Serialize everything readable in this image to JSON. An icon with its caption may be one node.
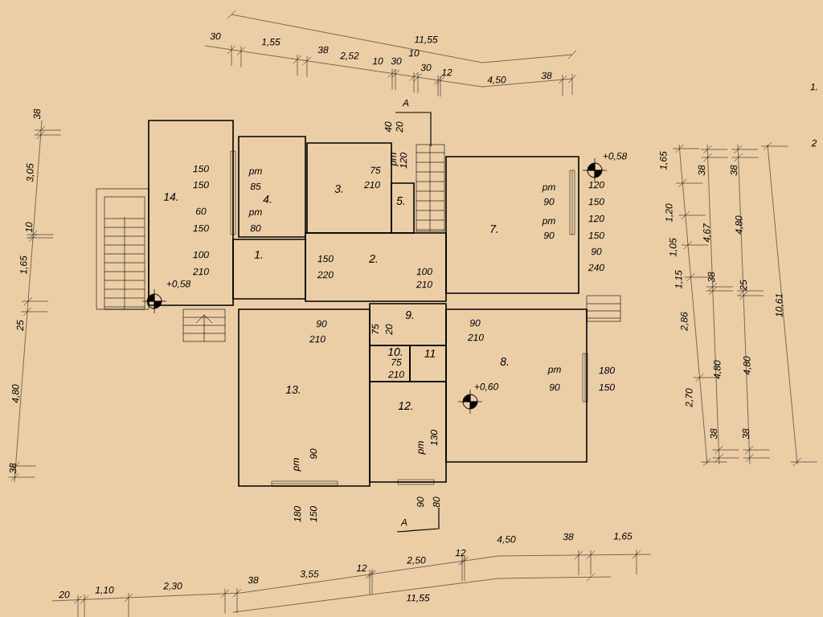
{
  "diagram": {
    "nodes": [
      {
        "text": [
          "14."
        ]
      },
      {
        "text": [
          "4."
        ]
      },
      {
        "text": [
          "3."
        ]
      },
      {
        "text": [
          "5."
        ]
      },
      {
        "text": [
          "7."
        ]
      },
      {
        "text": [
          "1."
        ]
      },
      {
        "text": [
          "2."
        ]
      },
      {
        "text": [
          "9."
        ]
      },
      {
        "text": [
          "10."
        ]
      },
      {
        "text": [
          "11"
        ]
      },
      {
        "text": [
          "12."
        ]
      },
      {
        "text": [
          "13."
        ]
      },
      {
        "text": [
          "8."
        ]
      }
    ],
    "labels": [
      "30",
      "1,55",
      "11,55",
      "38",
      "2,52",
      "10",
      "30",
      "10",
      "30",
      "12",
      "4,50",
      "38",
      "1.",
      "2",
      "A",
      "38",
      "3,05",
      "10",
      "1,65",
      "25",
      "4,80",
      "38",
      "40",
      "20",
      "+0,58",
      "150",
      "pm",
      "pm",
      "120",
      "75",
      "150",
      "85",
      "210",
      "pm",
      "120",
      "90",
      "150",
      "60",
      "pm",
      "pm",
      "120",
      "150",
      "80",
      "90",
      "150",
      "90",
      "100",
      "150",
      "240",
      "210",
      "220",
      "100",
      "+0,58",
      "210",
      "1,65",
      "38",
      "38",
      "1,20",
      "4,67",
      "4,80",
      "1,05",
      "1,15",
      "38",
      "25",
      "10,61",
      "2,86",
      "4,80",
      "4,80",
      "2,70",
      "38",
      "38",
      "90",
      "210",
      "75",
      "20",
      "90",
      "210",
      "75",
      "210",
      "pm",
      "180",
      "+0,60",
      "90",
      "150",
      "pm",
      "130",
      "pm",
      "90",
      "180",
      "150",
      "90",
      "80",
      "A",
      "38",
      "1,65",
      "4,50",
      "12",
      "2,50",
      "12",
      "3,55",
      "38",
      "2,30",
      "1,10",
      "20",
      "11,55"
    ]
  }
}
